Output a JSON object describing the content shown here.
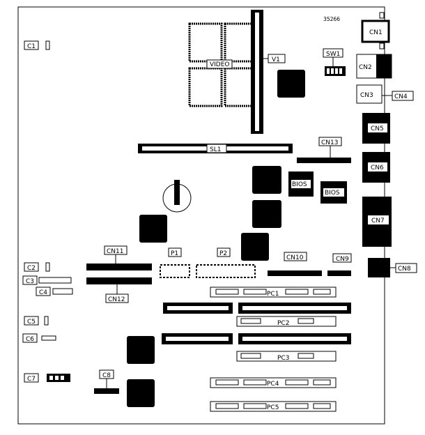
{
  "board_code": "35266",
  "labels": {
    "C1": "C1",
    "C2": "C2",
    "C3": "C3",
    "C4": "C4",
    "C5": "C5",
    "C6": "C6",
    "C7": "C7",
    "C8": "C8",
    "CN1": "CN1",
    "CN2": "CN2",
    "CN3": "CN3",
    "CN4": "CN4",
    "CN5": "CN5",
    "CN6": "CN6",
    "CN7": "CN7",
    "CN8": "CN8",
    "CN9": "CN9",
    "CN10": "CN10",
    "CN11": "CN11",
    "CN12": "CN12",
    "CN13": "CN13",
    "SW1": "SW1",
    "V1": "V1",
    "VIDEO": "VIDEO",
    "SL1": "SL1",
    "BIOS_1": "BIOS",
    "BIOS_2": "BIOS",
    "P1": "P1",
    "P2": "P2",
    "PC1": "PC1",
    "PC2": "PC2",
    "PC3": "PC3",
    "PC4": "PC4",
    "PC5": "PC5"
  },
  "colors": {
    "ink": "#000000",
    "paper": "#ffffff"
  }
}
